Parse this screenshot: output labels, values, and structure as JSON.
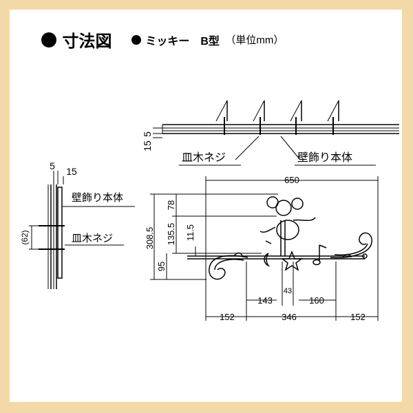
{
  "heading": {
    "title": "寸法図",
    "model": "ミッキー　B型",
    "unit": "（単位mm）"
  },
  "top_view": {
    "dim_5": "5",
    "dim_15": "15",
    "label_screw": "皿木ネジ",
    "label_body": "壁飾り本体"
  },
  "side_view": {
    "dim_5": "5",
    "dim_15": "15",
    "label_body": "壁飾り本体",
    "label_screw": "皿木ネジ",
    "dim_62": "(62)"
  },
  "front_view": {
    "width_650": "650",
    "h_308_5": "308.5",
    "h_135_5": "135.5",
    "h_78": "78",
    "h_11_5": "11.5",
    "h_95": "95",
    "d_143": "143",
    "d_43": "43",
    "d_160": "160",
    "d_152_left": "152",
    "d_346": "346",
    "d_152_right": "152"
  },
  "colors": {
    "background": "#f4d9a8",
    "panel": "#ffffff",
    "ink": "#000000"
  }
}
